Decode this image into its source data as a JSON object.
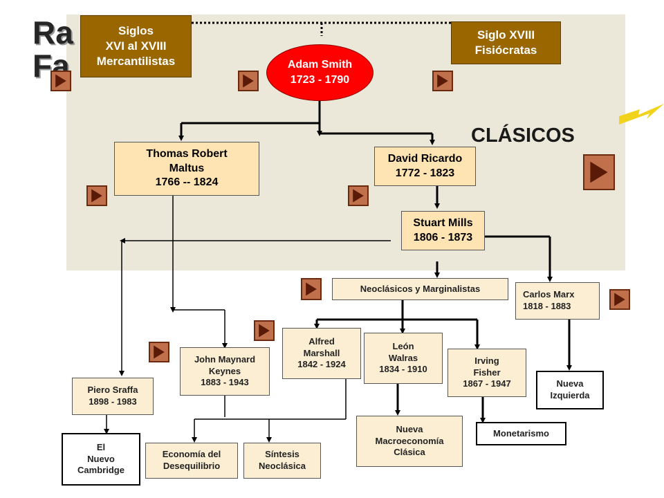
{
  "title": {
    "line1": "Ra",
    "line2": "Fa"
  },
  "header": {
    "clasicos": "CLÁSICOS"
  },
  "boxes": {
    "mercantilistas": [
      "Siglos",
      "XVI al XVIII",
      "Mercantilistas"
    ],
    "fisiocratas": [
      "Siglo XVIII",
      "Fisiócratas"
    ],
    "adam_smith": [
      "Adam Smith",
      "1723 - 1790"
    ],
    "malthus": [
      "Thomas Robert",
      "Maltus",
      "1766 -- 1824"
    ],
    "ricardo": [
      "David Ricardo",
      "1772 - 1823"
    ],
    "mills": [
      "Stuart Mills",
      "1806 - 1873"
    ],
    "neoclasicos": [
      "Neoclásicos  y Marginalistas"
    ],
    "marx": [
      "Carlos  Marx",
      "1818  -  1883"
    ],
    "marshall": [
      "Alfred",
      "Marshall",
      "1842  -  1924"
    ],
    "walras": [
      "León",
      "Walras",
      "1834  -  1910"
    ],
    "fisher": [
      "Irving",
      "Fisher",
      "1867  -  1947"
    ],
    "keynes": [
      "John Maynard",
      "Keynes",
      "1883 - 1943"
    ],
    "sraffa": [
      "Piero  Sraffa",
      "1898  -  1983"
    ],
    "nueva_izquierda": [
      "Nueva",
      "Izquierda"
    ],
    "nueva_macro": [
      "Nueva",
      "Macroeconomía",
      "Clásica"
    ],
    "monetarismo": [
      "Monetarismo"
    ],
    "cambridge": [
      "El",
      "Nuevo",
      "Cambridge"
    ],
    "desequilibrio": [
      "Economía  del",
      "Desequilibrio"
    ],
    "sintesis": [
      "Síntesis",
      "Neoclásica"
    ]
  },
  "icons": {
    "nav": "play-arrow-icon",
    "decoration": "lightning-bolt-icon"
  },
  "colors": {
    "panel": "#ebe8d9",
    "brown_box": "#996600",
    "red_ellipse": "#ff0000",
    "tan_box": "#ffe4b3",
    "light_box": "#fbeed3",
    "nav_button": "#c0704a"
  }
}
